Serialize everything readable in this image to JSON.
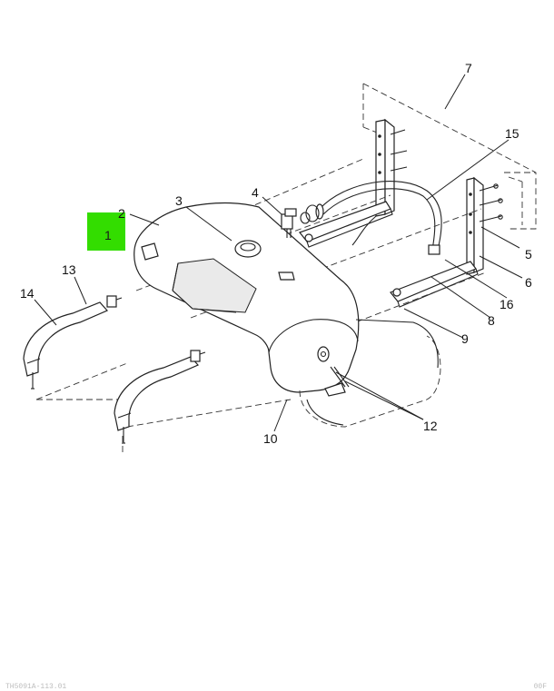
{
  "highlight_color": "#33dd00",
  "callouts": [
    {
      "id": "c1",
      "label": "1"
    },
    {
      "id": "c2",
      "label": "2"
    },
    {
      "id": "c3",
      "label": "3"
    },
    {
      "id": "c4",
      "label": "4"
    },
    {
      "id": "c5",
      "label": "5"
    },
    {
      "id": "c6",
      "label": "6"
    },
    {
      "id": "c7",
      "label": "7"
    },
    {
      "id": "c8",
      "label": "8"
    },
    {
      "id": "c9",
      "label": "9"
    },
    {
      "id": "c10",
      "label": "10"
    },
    {
      "id": "c12",
      "label": "12"
    },
    {
      "id": "c13",
      "label": "13"
    },
    {
      "id": "c14",
      "label": "14"
    },
    {
      "id": "c15",
      "label": "15"
    },
    {
      "id": "c16",
      "label": "16"
    }
  ],
  "footer": {
    "left": "TH5091A-113.01",
    "right": "00F"
  }
}
